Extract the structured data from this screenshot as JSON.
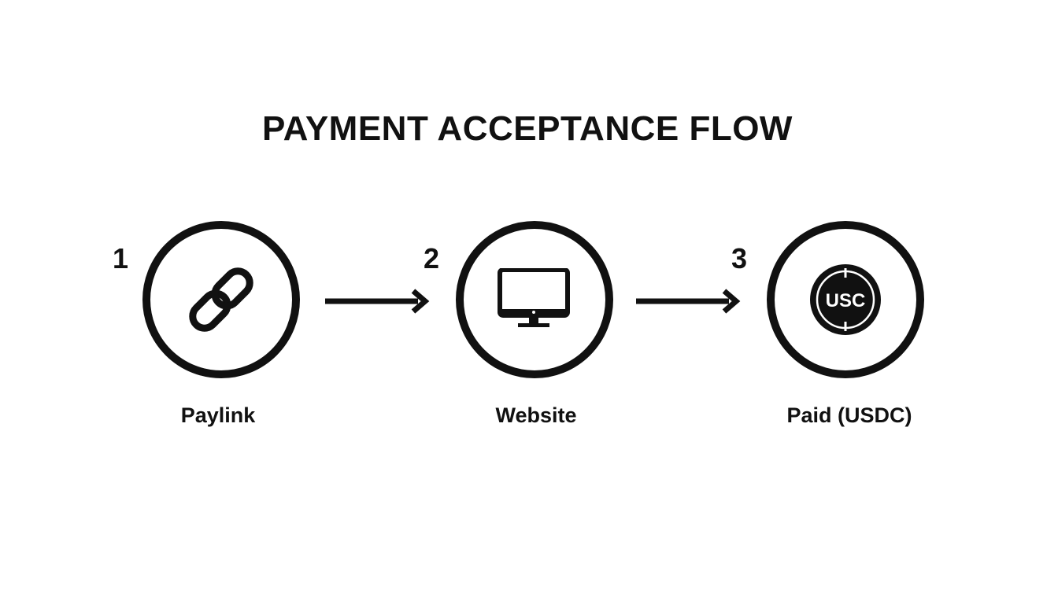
{
  "title": "PAYMENT ACCEPTANCE FLOW",
  "colors": {
    "foreground": "#111111",
    "background": "#ffffff"
  },
  "steps": [
    {
      "number": "1",
      "label": "Paylink",
      "icon": "link-icon"
    },
    {
      "number": "2",
      "label": "Website",
      "icon": "monitor-icon"
    },
    {
      "number": "3",
      "label": "Paid (USDC)",
      "icon": "usdc-coin-icon"
    }
  ],
  "usdc_icon_text": "USC"
}
